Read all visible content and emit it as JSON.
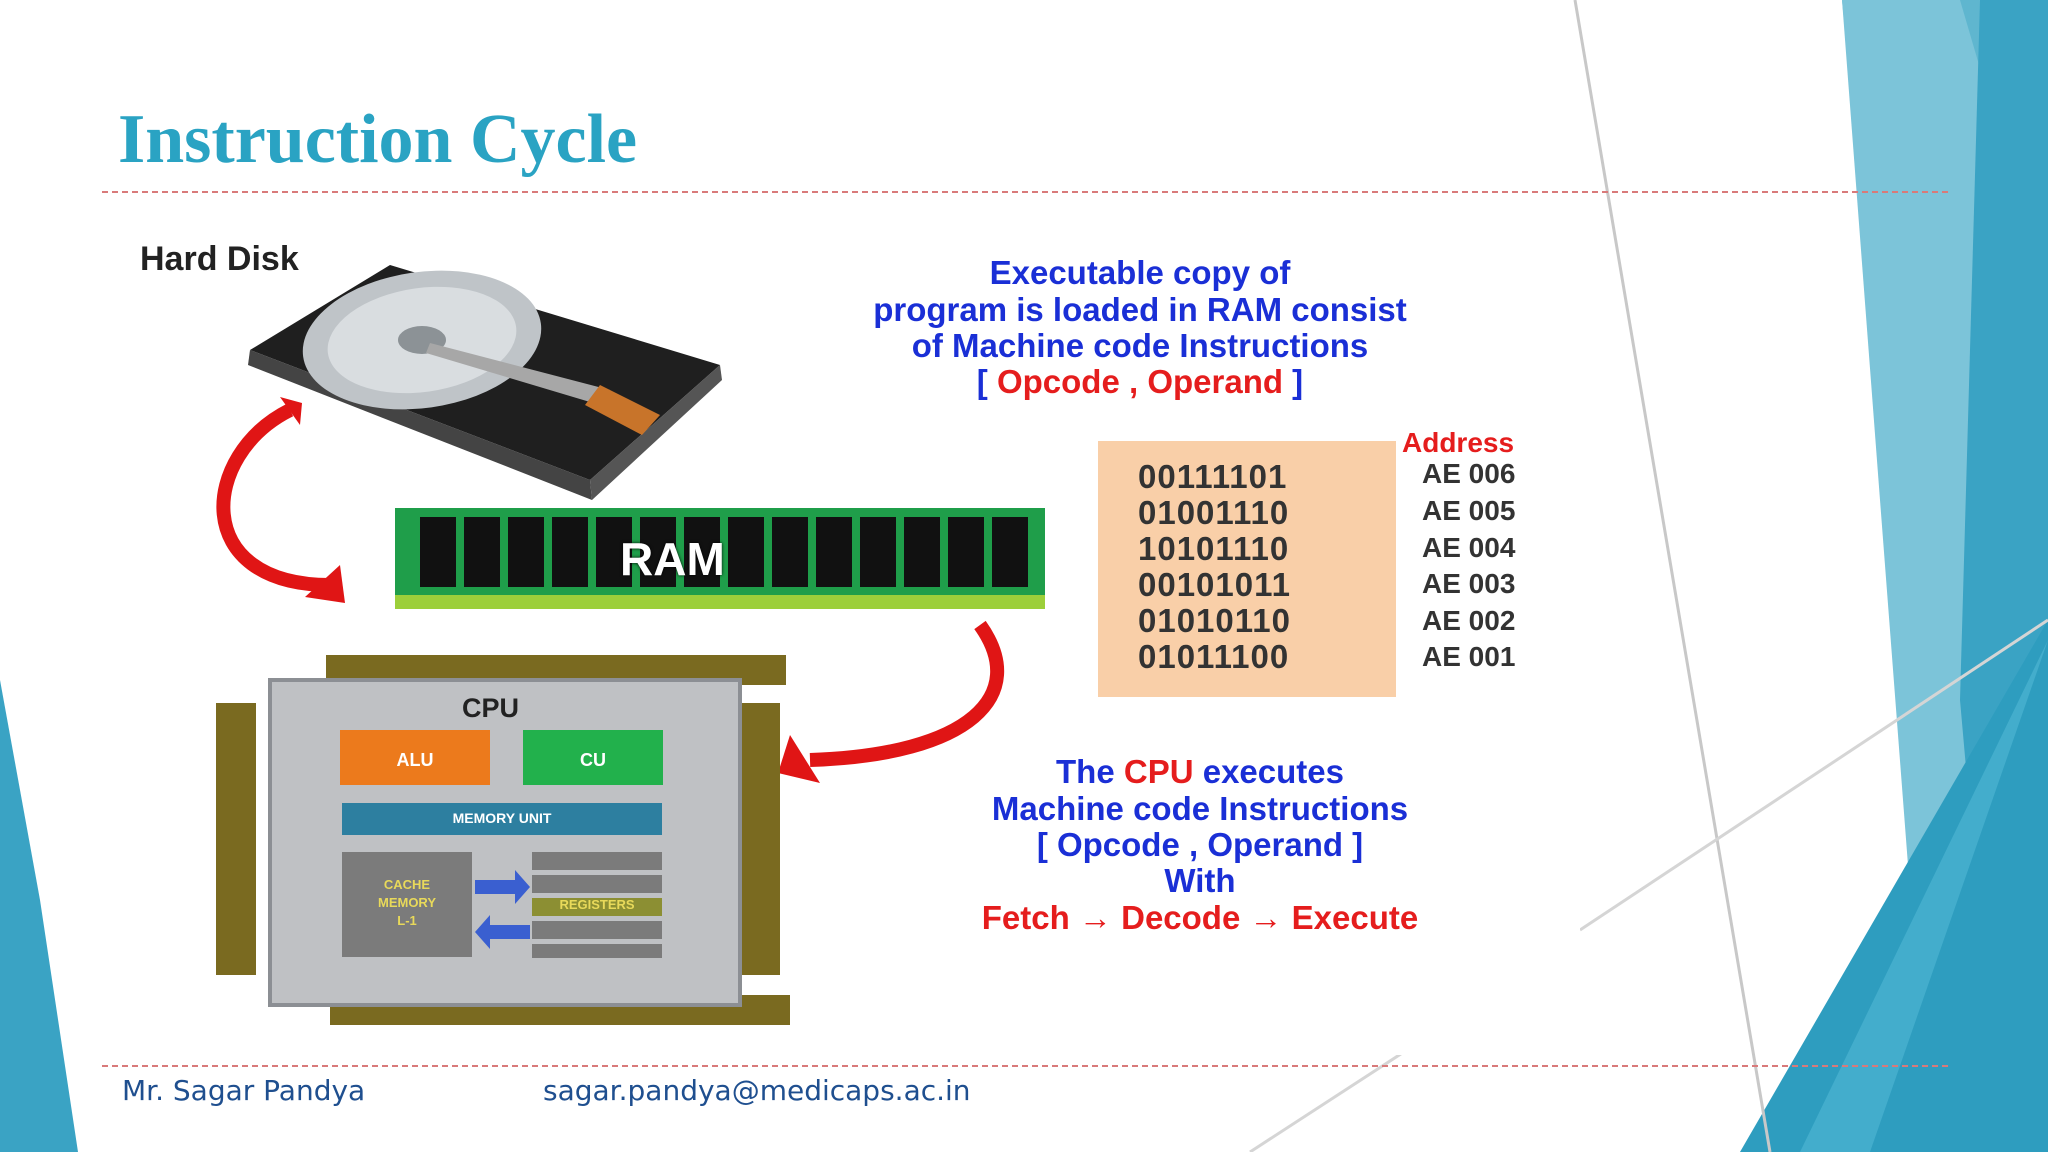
{
  "slide": {
    "title": "Instruction Cycle",
    "footer_author": "Mr. Sagar Pandya",
    "footer_email": "sagar.pandya@medicaps.ac.in"
  },
  "diagram": {
    "hard_disk_label": "Hard Disk",
    "top_text": {
      "line1": "Executable copy of",
      "line2": "program is loaded in  RAM  consist",
      "line3": "of  Machine code Instructions",
      "line4_open": "[ ",
      "line4_red": "Opcode , Operand",
      "line4_close": " ]"
    },
    "ram_label": "RAM",
    "memory": {
      "address_header": "Address",
      "rows": [
        {
          "code": "00111101",
          "address": "AE 006"
        },
        {
          "code": "01001110",
          "address": "AE 005"
        },
        {
          "code": "10101110",
          "address": "AE 004"
        },
        {
          "code": "00101011",
          "address": "AE 003"
        },
        {
          "code": "01010110",
          "address": "AE 002"
        },
        {
          "code": "01011100",
          "address": "AE 001"
        }
      ]
    },
    "cpu": {
      "label": "CPU",
      "alu": "ALU",
      "cu": "CU",
      "memory_unit": "MEMORY UNIT",
      "cache_line1": "CACHE",
      "cache_line2": "MEMORY",
      "cache_line3": "L-1",
      "registers": "REGISTERS"
    },
    "bottom_text": {
      "line1_pre": "The  ",
      "line1_red": "CPU",
      "line1_post": " executes",
      "line2": "Machine code Instructions",
      "line3": "[ Opcode , Operand ]",
      "line4": "With",
      "line5": "Fetch → Decode → Execute"
    }
  },
  "colors": {
    "title": "#2aa3c3",
    "accent_teal": "#2fa6c6",
    "text_blue": "#1a2fd6",
    "text_red": "#e51d1d",
    "memory_bg": "#f9cfa8",
    "ram_green": "#1f9e4a",
    "alu_orange": "#ec7a1c",
    "cu_green": "#22b14c"
  }
}
